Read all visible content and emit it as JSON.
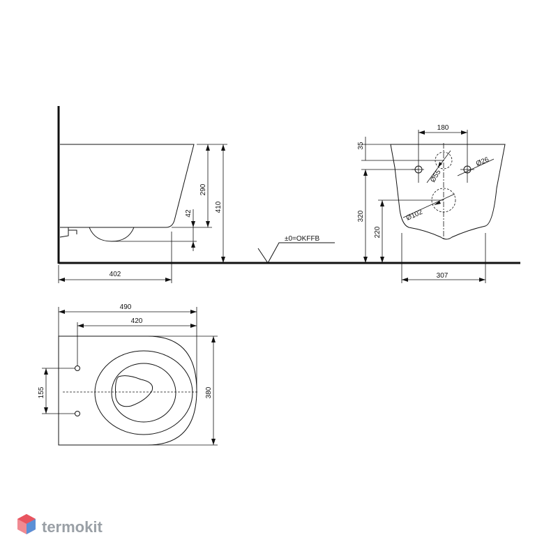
{
  "dimensions": {
    "side": {
      "height_total": "410",
      "height_bowl": "290",
      "height_small": "42",
      "projection": "402"
    },
    "floor_label": "±0=OKFFB",
    "front": {
      "bolt_spacing": "180",
      "top_offset": "35",
      "dia_small": "Ø26",
      "dia_mid": "Ø55",
      "dia_large": "Ø102",
      "height_inlet": "320",
      "height_outlet": "220",
      "width": "307"
    },
    "top": {
      "length_total": "490",
      "length_inner": "420",
      "width": "380",
      "bolt_spacing": "155"
    }
  },
  "brand": {
    "name": "termokit",
    "colors": {
      "logo_red": "#e8545f",
      "logo_blue": "#5b8fd6",
      "logo_text": "#9aa0a6"
    }
  }
}
